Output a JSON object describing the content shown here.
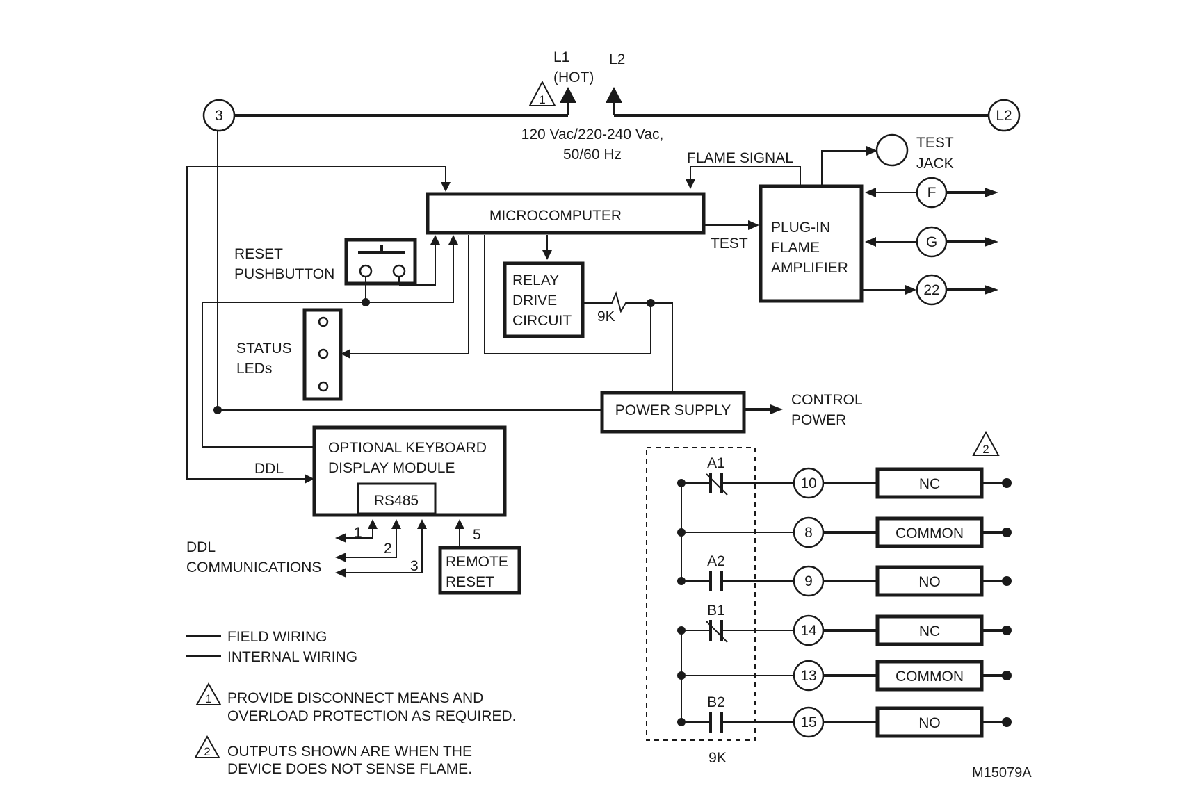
{
  "power": {
    "l1": "L1",
    "l1_hot": "(HOT)",
    "l2": "L2",
    "voltage_line1": "120 Vac/220-240 Vac,",
    "voltage_line2": "50/60 Hz",
    "terminal_3": "3",
    "terminal_l2": "L2",
    "note_marker": "1"
  },
  "blocks": {
    "microcomputer": "MICROCOMPUTER",
    "flame_amp": [
      "PLUG-IN",
      "FLAME",
      "AMPLIFIER"
    ],
    "relay_drive": [
      "RELAY",
      "DRIVE",
      "CIRCUIT"
    ],
    "power_supply": "POWER SUPPLY",
    "keyboard": [
      "OPTIONAL KEYBOARD",
      "DISPLAY MODULE"
    ],
    "rs485": "RS485",
    "remote_reset": [
      "REMOTE",
      "RESET"
    ]
  },
  "labels": {
    "flame_signal": "FLAME SIGNAL",
    "test": "TEST",
    "test_jack": [
      "TEST",
      "JACK"
    ],
    "reset_pushbutton": [
      "RESET",
      "PUSHBUTTON"
    ],
    "status_leds": [
      "STATUS",
      "LEDs"
    ],
    "resistor": "9K",
    "control_power": [
      "CONTROL",
      "POWER"
    ],
    "ddl": "DDL",
    "ddl_comms": [
      "DDL",
      "COMMUNICATIONS"
    ],
    "ddl_wires": [
      "1",
      "2",
      "3"
    ],
    "remote_wire": "5",
    "relay_module": "9K",
    "output_note_marker": "2",
    "drawing_id": "M15079A"
  },
  "amp_terminals": [
    "F",
    "G",
    "22"
  ],
  "relays": [
    {
      "contact": "A1",
      "type": "nc",
      "terminal": "10",
      "output": "NC"
    },
    {
      "contact": "",
      "type": "common",
      "terminal": "8",
      "output": "COMMON"
    },
    {
      "contact": "A2",
      "type": "no",
      "terminal": "9",
      "output": "NO"
    },
    {
      "contact": "B1",
      "type": "nc",
      "terminal": "14",
      "output": "NC"
    },
    {
      "contact": "",
      "type": "common",
      "terminal": "13",
      "output": "COMMON"
    },
    {
      "contact": "B2",
      "type": "no",
      "terminal": "15",
      "output": "NO"
    }
  ],
  "legend": {
    "field": "FIELD WIRING",
    "internal": "INTERNAL WIRING",
    "note1_marker": "1",
    "note1": [
      "PROVIDE DISCONNECT MEANS AND",
      "OVERLOAD PROTECTION AS REQUIRED."
    ],
    "note2_marker": "2",
    "note2": [
      "OUTPUTS SHOWN ARE WHEN THE",
      "DEVICE DOES NOT SENSE FLAME."
    ]
  },
  "colors": {
    "ink": "#1a1a1a",
    "background": "#ffffff"
  }
}
